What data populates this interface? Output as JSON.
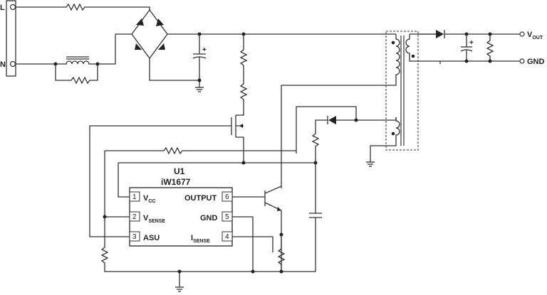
{
  "terminals": {
    "line": "L",
    "neutral": "N",
    "vout_main": "V",
    "vout_sub": "OUT",
    "gnd": "GND"
  },
  "ic": {
    "ref": "U1",
    "part": "iW1677",
    "pins": [
      {
        "num": "1",
        "name": "V",
        "sub": "CC"
      },
      {
        "num": "2",
        "name": "V",
        "sub": "SENSE"
      },
      {
        "num": "3",
        "name": "ASU",
        "sub": ""
      },
      {
        "num": "6",
        "name": "OUTPUT",
        "sub": ""
      },
      {
        "num": "5",
        "name": "GND",
        "sub": ""
      },
      {
        "num": "4",
        "name": "I",
        "sub": "SENSE"
      }
    ]
  },
  "polarity": {
    "bulk_cap": "+",
    "output_cap": "+"
  }
}
